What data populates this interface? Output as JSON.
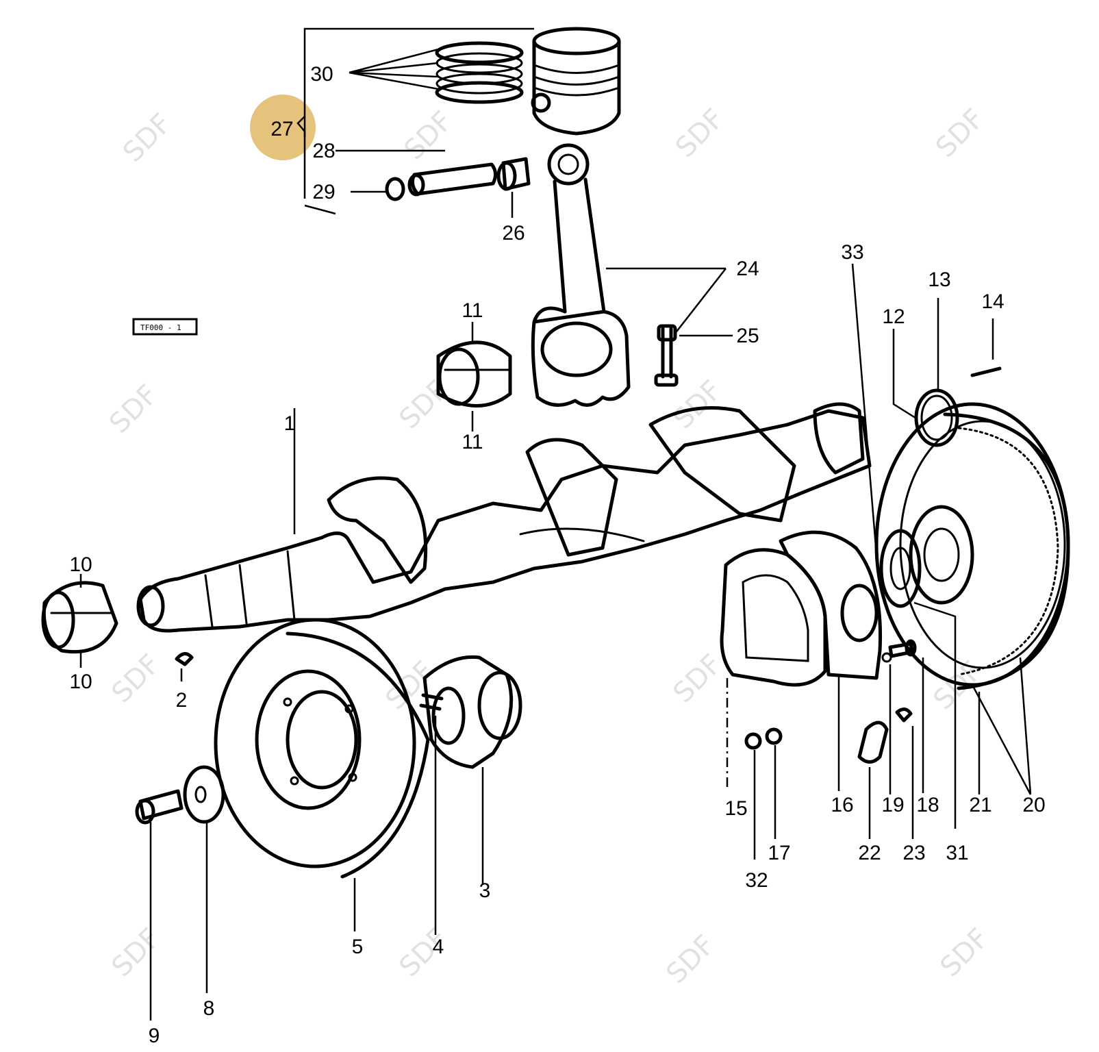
{
  "diagram": {
    "highlight_color": "#e3bd6f",
    "highlighted_callout": "27",
    "plate_tag": "TF000 - 1",
    "watermark_text": "SDF",
    "callouts": [
      "1",
      "2",
      "3",
      "4",
      "5",
      "8",
      "9",
      "10",
      "10",
      "11",
      "11",
      "12",
      "13",
      "14",
      "15",
      "16",
      "17",
      "18",
      "19",
      "20",
      "21",
      "22",
      "23",
      "24",
      "25",
      "26",
      "27",
      "28",
      "29",
      "30",
      "31",
      "32",
      "33"
    ]
  }
}
